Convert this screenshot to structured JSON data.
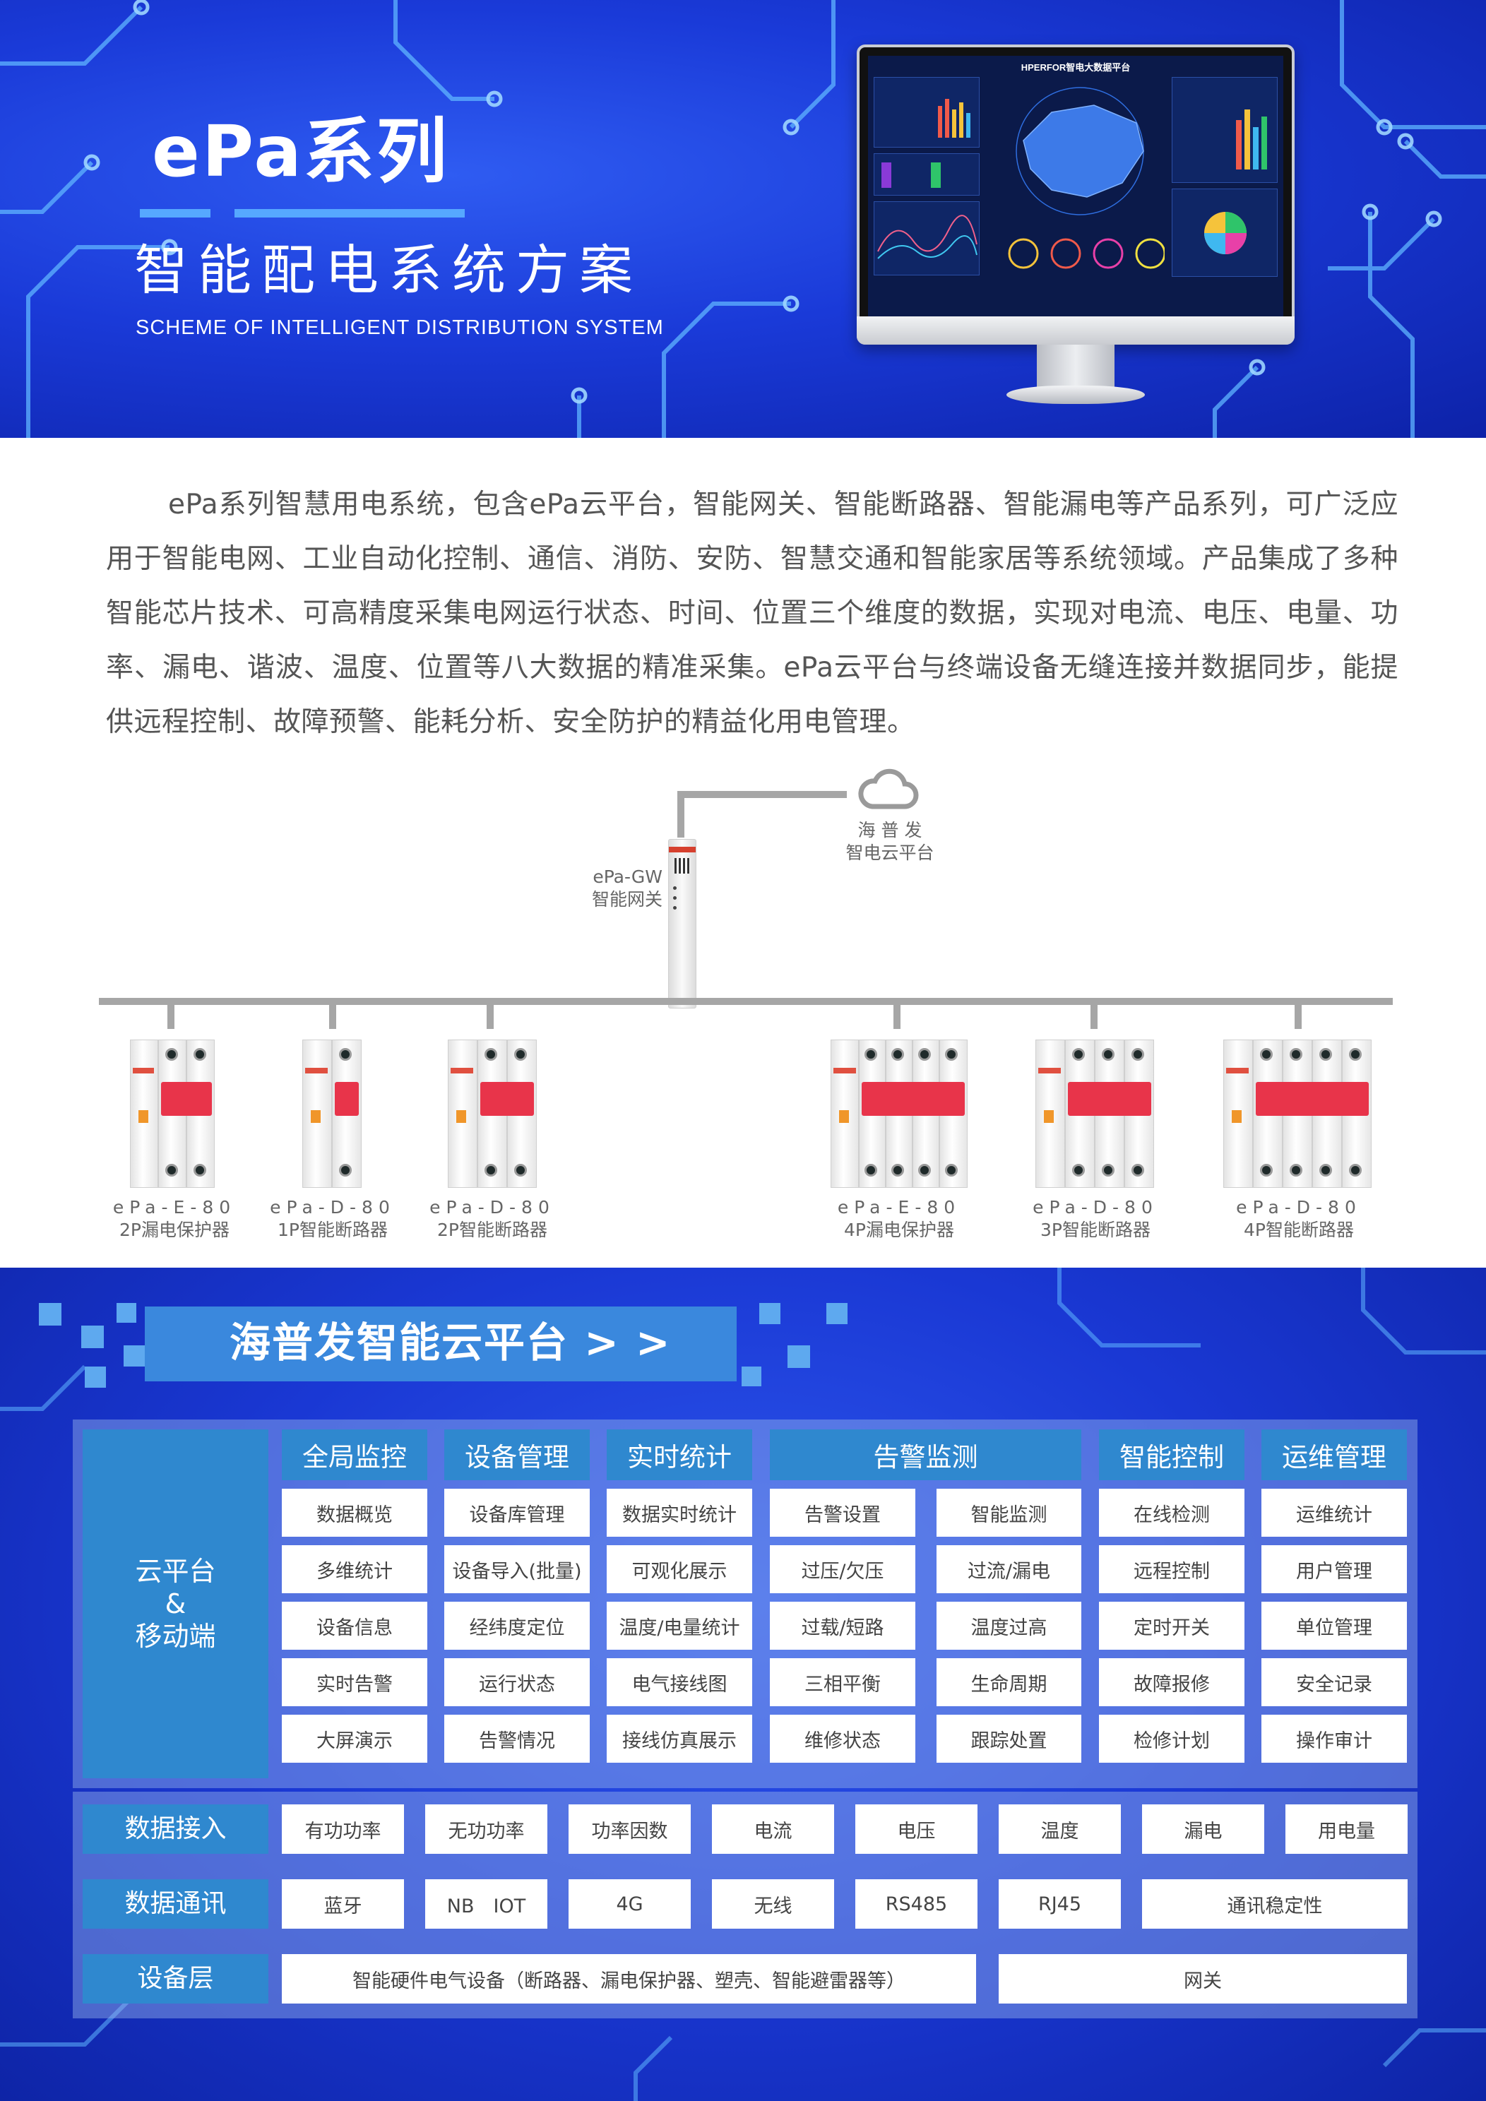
{
  "header": {
    "brand": "ePa系列",
    "title_cn": "智能配电系统方案",
    "title_en": "SCHEME OF INTELLIGENT DISTRIBUTION SYSTEM",
    "screen_title": "HPERFOR智电大数据平台"
  },
  "intro": {
    "text": "ePa系列智慧用电系统，包含ePa云平台，智能网关、智能断路器、智能漏电等产品系列，可广泛应用于智能电网、工业自动化控制、通信、消防、安防、智慧交通和智能家居等系统领域。产品集成了多种智能芯片技术、可高精度采集电网运行状态、时间、位置三个维度的数据，实现对电流、电压、电量、功率、漏电、谐波、温度、位置等八大数据的精准采集。ePa云平台与终端设备无缝连接并数据同步，能提供远程控制、故障预警、能耗分析、安全防护的精益化用电管理。"
  },
  "diagram": {
    "cloud": {
      "line1": "海 普 发",
      "line2": "智电云平台"
    },
    "gateway": {
      "line1": "ePa-GW",
      "line2": "智能网关"
    },
    "devices": [
      {
        "model": "ePa-E-80",
        "desc": "2P漏电保护器"
      },
      {
        "model": "ePa-D-80",
        "desc": "1P智能断路器"
      },
      {
        "model": "ePa-D-80",
        "desc": "2P智能断路器"
      },
      {
        "model": "ePa-E-80",
        "desc": "4P漏电保护器"
      },
      {
        "model": "ePa-D-80",
        "desc": "3P智能断路器"
      },
      {
        "model": "ePa-D-80",
        "desc": "4P智能断路器"
      }
    ]
  },
  "platform": {
    "banner": "海普发智能云平台 > >",
    "side_label": [
      "云平台",
      "&",
      "移动端"
    ],
    "columns": [
      {
        "title": "全局监控",
        "items": [
          "数据概览",
          "多维统计",
          "设备信息",
          "实时告警",
          "大屏演示"
        ]
      },
      {
        "title": "设备管理",
        "items": [
          "设备库管理",
          "设备导入(批量)",
          "经纬度定位",
          "运行状态",
          "告警情况"
        ]
      },
      {
        "title": "实时统计",
        "items": [
          "数据实时统计",
          "可观化展示",
          "温度/电量统计",
          "电气接线图",
          "接线仿真展示"
        ]
      },
      {
        "title": "告警监测",
        "items": [
          "告警设置",
          "过压/欠压",
          "过载/短路",
          "三相平衡",
          "维修状态"
        ],
        "items2": [
          "智能监测",
          "过流/漏电",
          "温度过高",
          "生命周期",
          "跟踪处置"
        ]
      },
      {
        "title": "智能控制",
        "items": [
          "在线检测",
          "远程控制",
          "定时开关",
          "故障报修",
          "检修计划"
        ]
      },
      {
        "title": "运维管理",
        "items": [
          "运维统计",
          "用户管理",
          "单位管理",
          "安全记录",
          "操作审计"
        ]
      }
    ],
    "data_input": {
      "label": "数据接入",
      "items": [
        "有功功率",
        "无功功率",
        "功率因数",
        "电流",
        "电压",
        "温度",
        "漏电",
        "用电量"
      ]
    },
    "data_comm": {
      "label": "数据通讯",
      "items": [
        "蓝牙",
        "NB　IOT",
        "4G",
        "无线",
        "RS485",
        "RJ45",
        "通讯稳定性"
      ]
    },
    "device_layer": {
      "label": "设备层",
      "items": [
        "智能硬件电气设备（断路器、漏电保护器、塑壳、智能避雷器等）",
        "网关"
      ]
    }
  }
}
